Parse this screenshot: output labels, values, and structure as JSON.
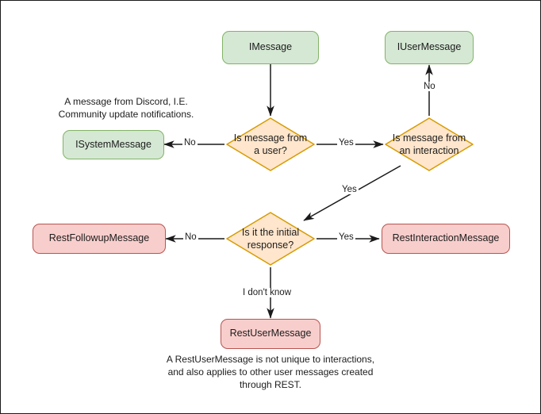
{
  "diagram": {
    "title_text": "",
    "colors": {
      "green_fill": "#d5e8d4",
      "green_border": "#82b366",
      "orange_fill": "#ffe6cc",
      "orange_border": "#d79b00",
      "pink_fill": "#f8cecc",
      "pink_border": "#b85450",
      "edge_color": "#1a1a1a",
      "canvas_border": "#1a1a1a",
      "background": "#ffffff"
    },
    "nodes": {
      "imessage": "IMessage",
      "iusermessage": "IUserMessage",
      "isystemmessage": "ISystemMessage",
      "q_user": "Is message from\na user?",
      "q_interaction": "Is message from\nan interaction",
      "q_initial": "Is it the initial\nresponse?",
      "restfollowupmessage": "RestFollowupMessage",
      "restinteractionmessage": "RestInteractionMessage",
      "restusermessage": "RestUserMessage"
    },
    "edge_labels": {
      "user_no": "No",
      "user_yes": "Yes",
      "interaction_no": "No",
      "interaction_yes": "Yes",
      "initial_no": "No",
      "initial_yes": "Yes",
      "initial_unknown": "I don't know"
    },
    "notes": {
      "system_message_note": "A message from Discord, I.E.\nCommunity update notifications.",
      "rest_user_message_note": "A RestUserMessage is not unique to interactions,\nand also applies to other user messages created\nthrough REST."
    }
  }
}
